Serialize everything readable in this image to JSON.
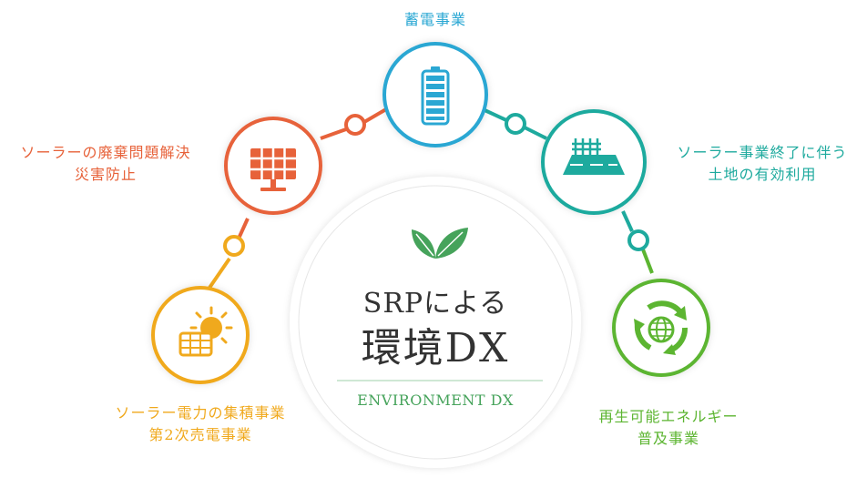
{
  "center": {
    "title_line1": "SRPによる",
    "title_line2": "環境DX",
    "subtitle": "ENVIRONMENT DX"
  },
  "nodes": {
    "solar_aggregation": {
      "line1": "ソーラー電力の集積事業",
      "line2": "第2次売電事業",
      "color": "#f0a91d",
      "icon": "sun-and-solar-panel-icon"
    },
    "panel_disposal": {
      "line1": "ソーラーの廃棄問題解決",
      "line2": "災害防止",
      "color": "#e7623a",
      "icon": "solar-panel-icon"
    },
    "battery": {
      "line1": "蓄電事業",
      "color": "#2aa7d3",
      "icon": "battery-icon"
    },
    "land_use": {
      "line1": "ソーラー事業終了に伴う",
      "line2": "土地の有効利用",
      "color": "#1eaa9e",
      "icon": "land-plot-icon"
    },
    "renewable": {
      "line1": "再生可能エネルギー",
      "line2": "普及事業",
      "color": "#5cb531",
      "icon": "recycle-globe-icon"
    }
  }
}
